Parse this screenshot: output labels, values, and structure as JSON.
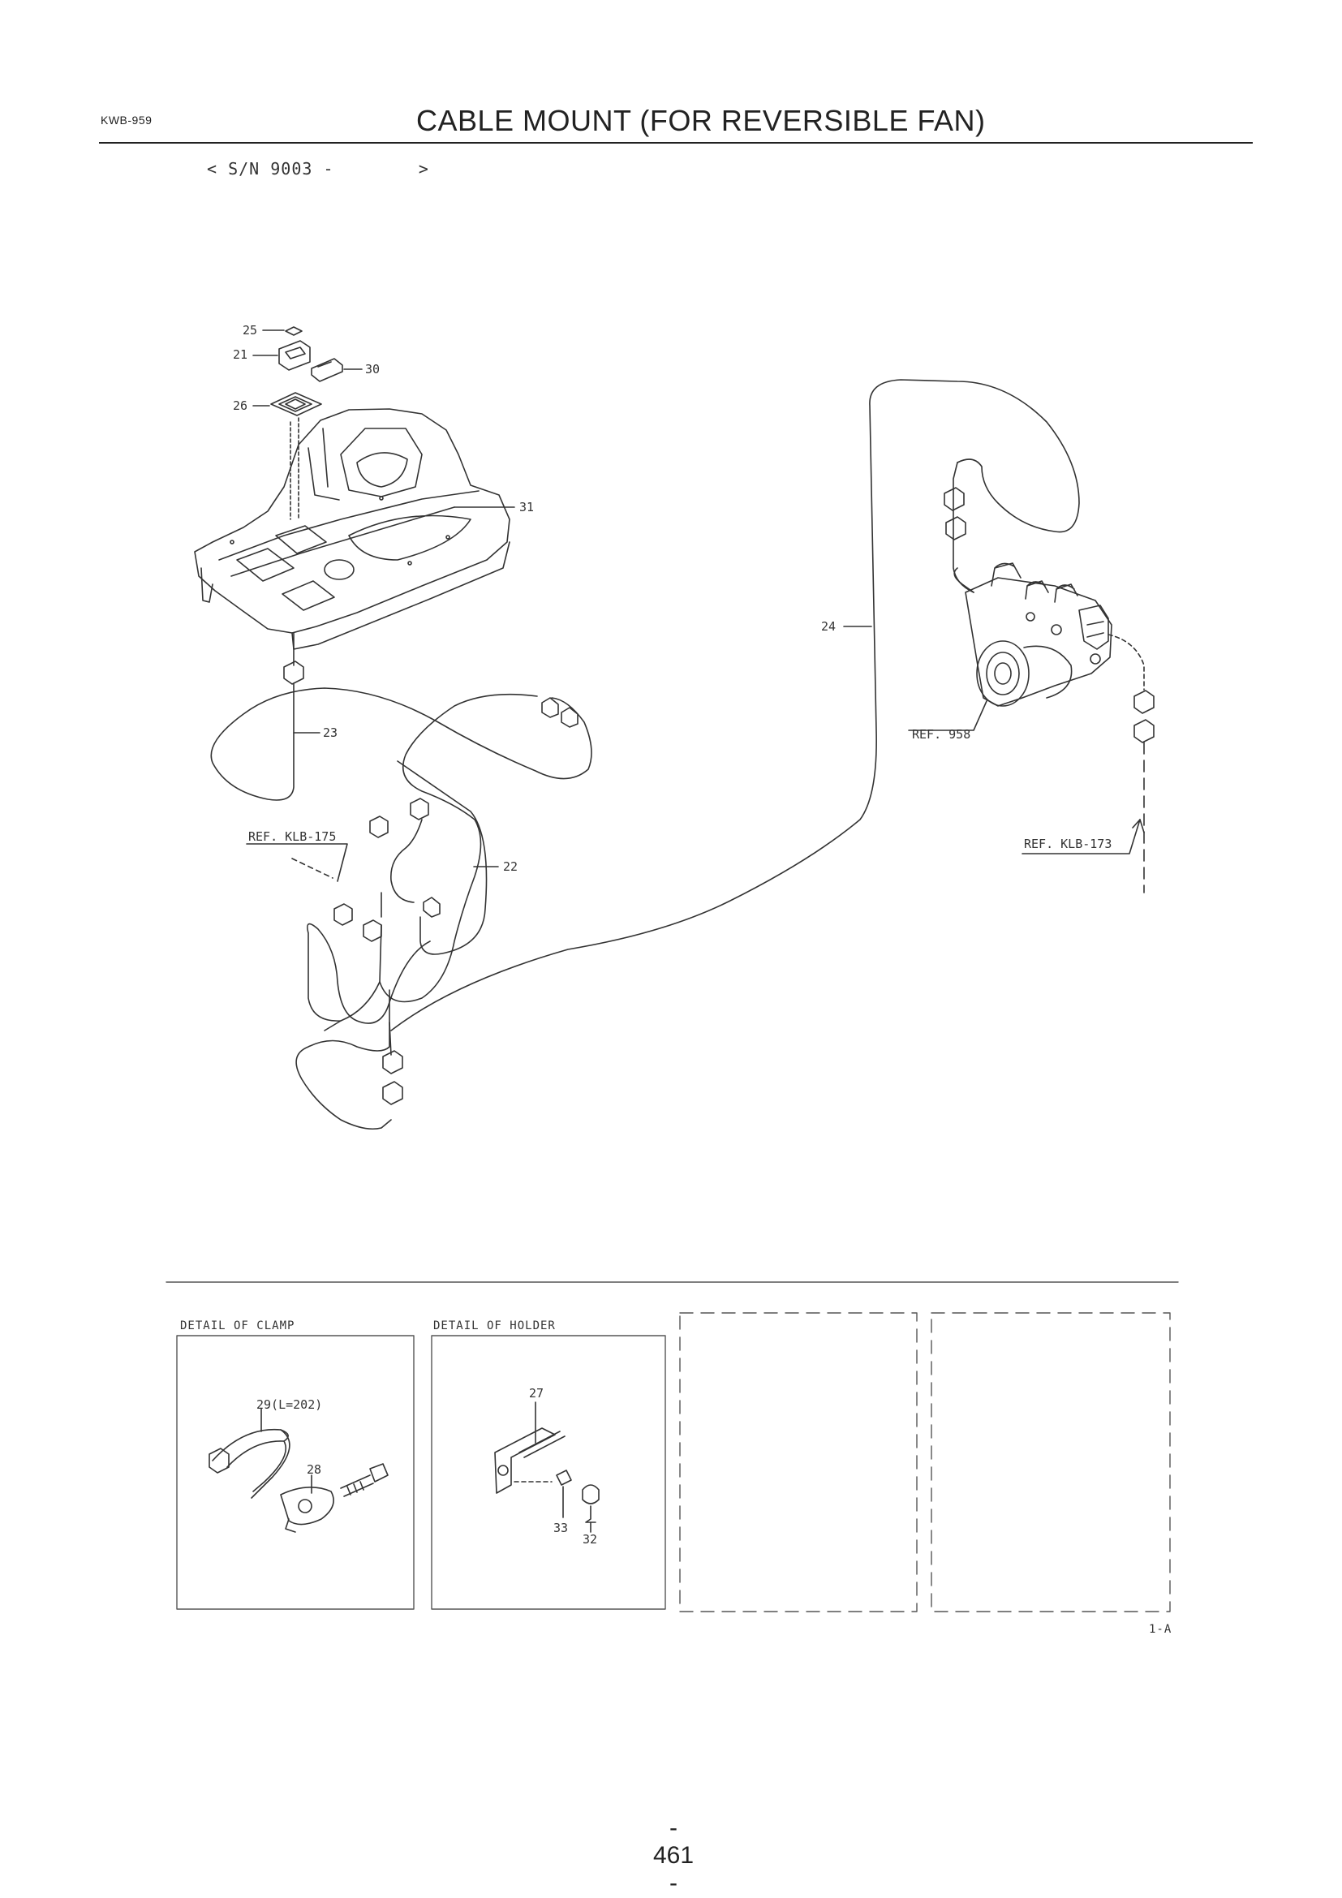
{
  "header": {
    "code": "KWB-959",
    "title": "CABLE MOUNT (FOR REVERSIBLE FAN)",
    "serial": "< S/N 9003 -        >"
  },
  "callouts": {
    "c25": "25",
    "c21": "21",
    "c30": "30",
    "c26": "26",
    "c31": "31",
    "c23": "23",
    "c22": "22",
    "c24": "24",
    "ref958": "REF. 958",
    "refklb175": "REF. KLB-175",
    "refklb173": "REF. KLB-173"
  },
  "details": {
    "clamp": {
      "title": "DETAIL OF CLAMP",
      "c29": "29(L=202)",
      "c28": "28"
    },
    "holder": {
      "title": "DETAIL OF HOLDER",
      "c27": "27",
      "c33": "33",
      "c32": "32"
    },
    "sheet_ref": "1-A"
  },
  "footer": {
    "page_number": "- 461 -"
  }
}
